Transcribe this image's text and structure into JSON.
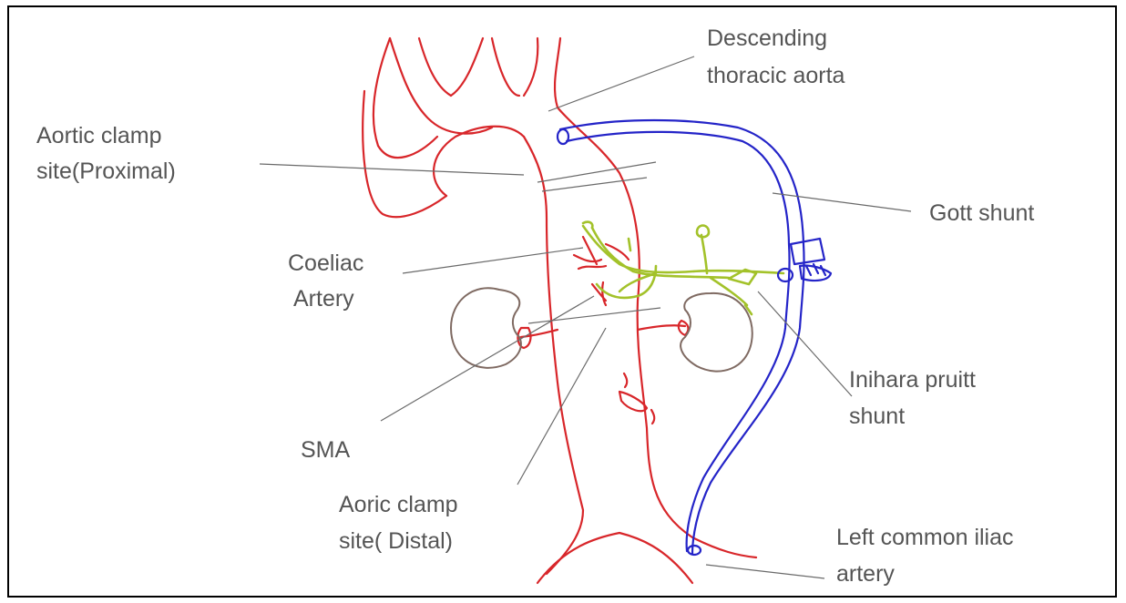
{
  "labels": {
    "descending_aorta_line1": "Descending",
    "descending_aorta_line2": "thoracic aorta",
    "proximal_clamp_line1": "Aortic clamp",
    "proximal_clamp_line2": "site(Proximal)",
    "gott_shunt": "Gott shunt",
    "coeliac_line1": "Coeliac",
    "coeliac_line2": "Artery",
    "inihara_line1": "Inihara pruitt",
    "inihara_line2": "shunt",
    "sma": "SMA",
    "distal_clamp_line1": "Aoric clamp",
    "distal_clamp_line2": "site( Distal)",
    "iliac_line1": "Left common iliac",
    "iliac_line2": "artery"
  },
  "colors": {
    "aorta": "#d8262a",
    "gott_shunt": "#2424c8",
    "inihara_shunt": "#a3c22a",
    "kidneys": "#7f6a62",
    "leader_lines": "#6a6a6a",
    "label_text": "#555555",
    "frame": "#000000"
  }
}
